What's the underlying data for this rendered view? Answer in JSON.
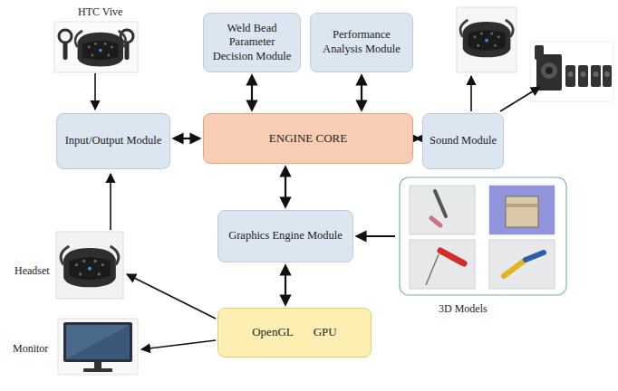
{
  "diagram": {
    "nodes": [
      {
        "text": [
          "Weld Bead Parameter Decision Module"
        ]
      },
      {
        "text": [
          "Performance Analysis Module"
        ]
      },
      {
        "text": [
          "Input/Output Module"
        ]
      },
      {
        "text": [
          "ENGINE CORE"
        ]
      },
      {
        "text": [
          "Sound Module"
        ]
      },
      {
        "text": [
          "Graphics Engine Module"
        ]
      },
      {
        "text": [
          "3D Models"
        ]
      },
      {
        "text": [
          "OpenGL",
          "GPU"
        ]
      }
    ],
    "edges": [
      {
        "from": 0,
        "to": 3,
        "arrow": "both"
      },
      {
        "from": 1,
        "to": 3,
        "arrow": "both"
      },
      {
        "from": 2,
        "to": 3,
        "arrow": "both"
      },
      {
        "from": 3,
        "to": 4,
        "arrow": "both"
      },
      {
        "from": 3,
        "to": 5,
        "arrow": "both"
      },
      {
        "from": 5,
        "to": 7,
        "arrow": "both"
      },
      {
        "from": 6,
        "to": 5,
        "arrow": "to"
      }
    ],
    "labels": [
      "HTC Vive",
      "Headset",
      "Monitor"
    ]
  }
}
